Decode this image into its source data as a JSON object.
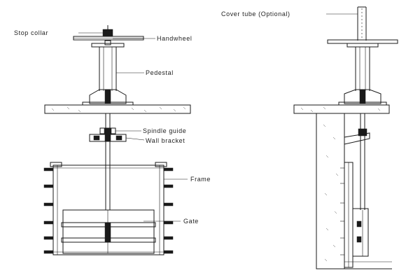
{
  "labels": {
    "stop_collar": "Stop collar",
    "handwheel": "Handwheel",
    "pedestal": "Pedestal",
    "spindle_guide": "Spindle guide",
    "wall_bracket": "Wall bracket",
    "frame": "Frame",
    "gate": "Gate",
    "cover_tube": "Cover tube (Optional)"
  }
}
